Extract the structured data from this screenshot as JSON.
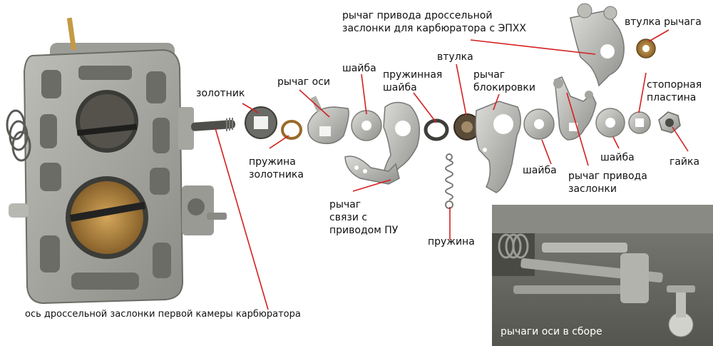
{
  "labels": {
    "throttle_lever_epkhh": "рычаг привода дроссельной\nзаслонки для карбюратора с ЭПХХ",
    "lever_bushing": "втулка рычага",
    "spool": "золотник",
    "axis_lever": "рычаг оси",
    "washer_1": "шайба",
    "spring_washer": "пружинная\nшайба",
    "bushing": "втулка",
    "lock_lever": "рычаг\nблокировки",
    "stop_plate": "стопорная\nпластина",
    "spool_spring": "пружина\nзолотника",
    "washer_2": "шайба",
    "washer_3": "шайба",
    "throttle_drive_lever": "рычаг привода\nзаслонки",
    "nut": "гайка",
    "link_lever": "рычаг\nсвязи с\nприводом ПУ",
    "spring": "пружина",
    "throttle_axis": "ось дроссельной заслонки первой камеры карбюратора",
    "assembled_caption": "рычаги оси в сборе"
  },
  "colors": {
    "leader_line": "#d42020",
    "metal_light": "#c9c9c6",
    "metal_dark": "#8e8e8a",
    "brass": "#b98a3a",
    "text": "#111111"
  }
}
